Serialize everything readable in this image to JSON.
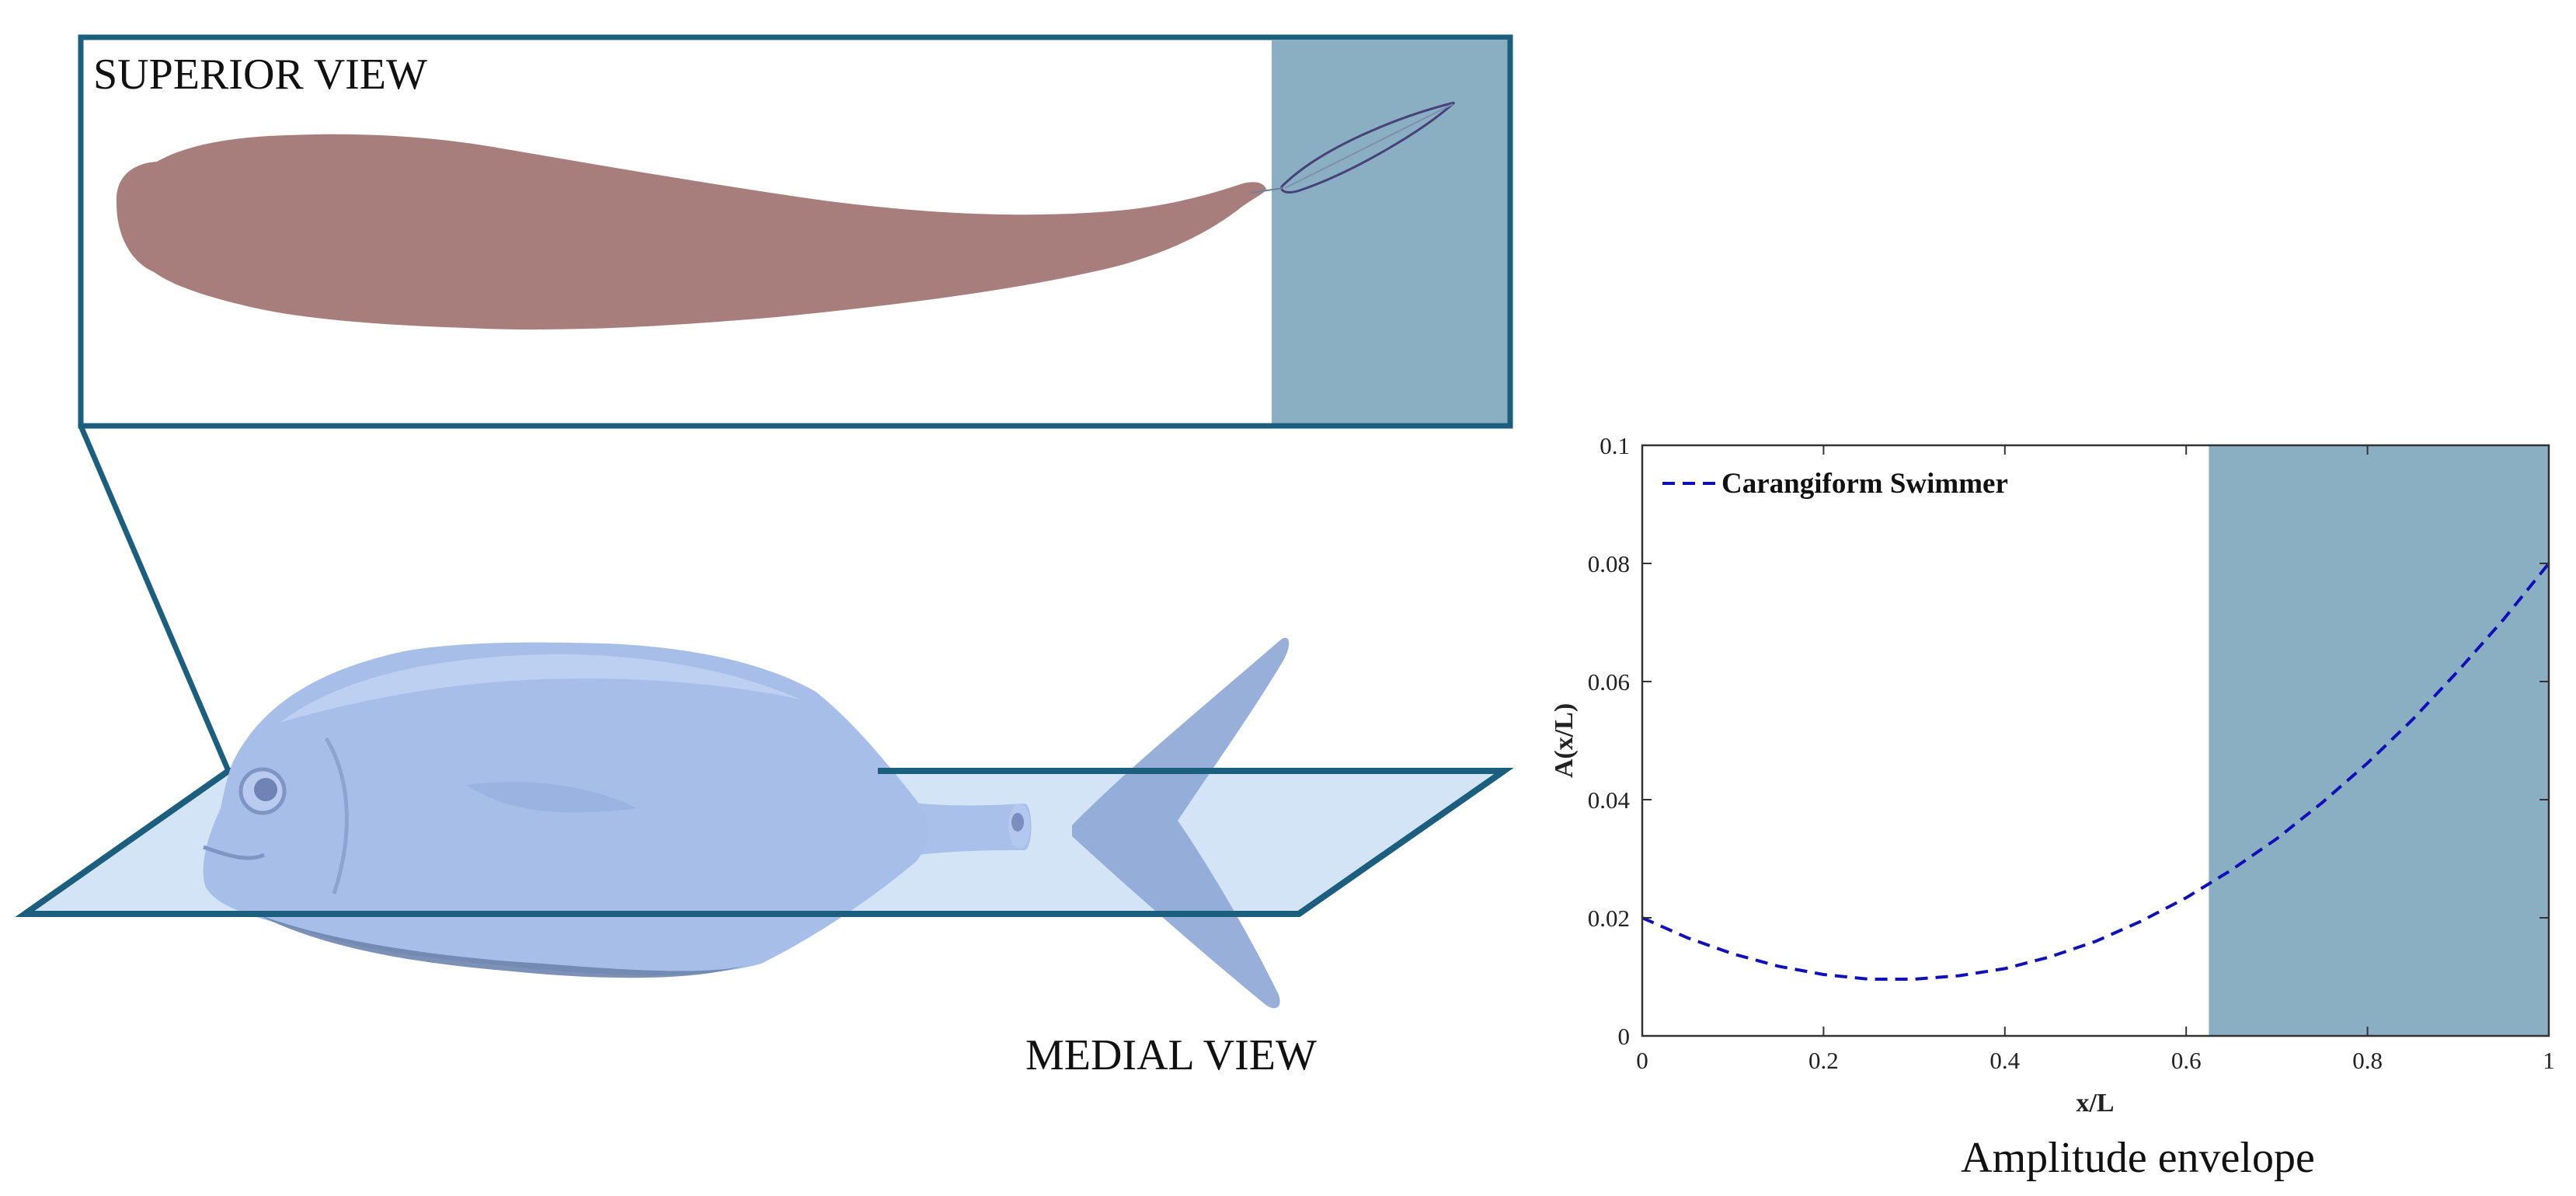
{
  "labels": {
    "superior_view": "SUPERIOR VIEW",
    "medial_view": "MEDIAL VIEW",
    "caption": "Amplitude envelope"
  },
  "colors": {
    "frame": "#1b5e7e",
    "shade": "#8aafc2",
    "plane": "#d2e4f5",
    "fish_top": "#a87e7d",
    "fish_body": "#a7bfe8",
    "fish_shadow": "#6e85ad",
    "curve": "#1010b8",
    "axis": "#333333"
  },
  "chart_data": {
    "type": "line",
    "title": "",
    "xlabel": "x/L",
    "ylabel": "A(x/L)",
    "xlim": [
      0,
      1
    ],
    "ylim": [
      0,
      0.1
    ],
    "x_ticks": [
      0,
      0.2,
      0.4,
      0.6,
      0.8,
      1
    ],
    "y_ticks": [
      0,
      0.02,
      0.04,
      0.06,
      0.08,
      0.1
    ],
    "x_tick_labels": [
      "0",
      "0.2",
      "0.4",
      "0.6",
      "0.8",
      "1"
    ],
    "y_tick_labels": [
      "0",
      "0.02",
      "0.04",
      "0.06",
      "0.08",
      "0.1"
    ],
    "shaded_region_x": [
      0.625,
      1
    ],
    "grid": false,
    "legend_position": "top-left",
    "series": [
      {
        "name": "Carangiform Swimmer",
        "style": "dashed",
        "color": "#1010b8",
        "x": [
          0,
          0.05,
          0.1,
          0.15,
          0.2,
          0.25,
          0.3,
          0.35,
          0.4,
          0.45,
          0.5,
          0.55,
          0.6,
          0.65,
          0.7,
          0.75,
          0.8,
          0.85,
          0.9,
          0.95,
          1
        ],
        "y": [
          0.02,
          0.0166,
          0.0139,
          0.0118,
          0.0104,
          0.0096,
          0.0096,
          0.0102,
          0.0114,
          0.0134,
          0.016,
          0.0194,
          0.0234,
          0.0281,
          0.0334,
          0.0395,
          0.0462,
          0.0536,
          0.0618,
          0.0705,
          0.08
        ]
      }
    ]
  }
}
